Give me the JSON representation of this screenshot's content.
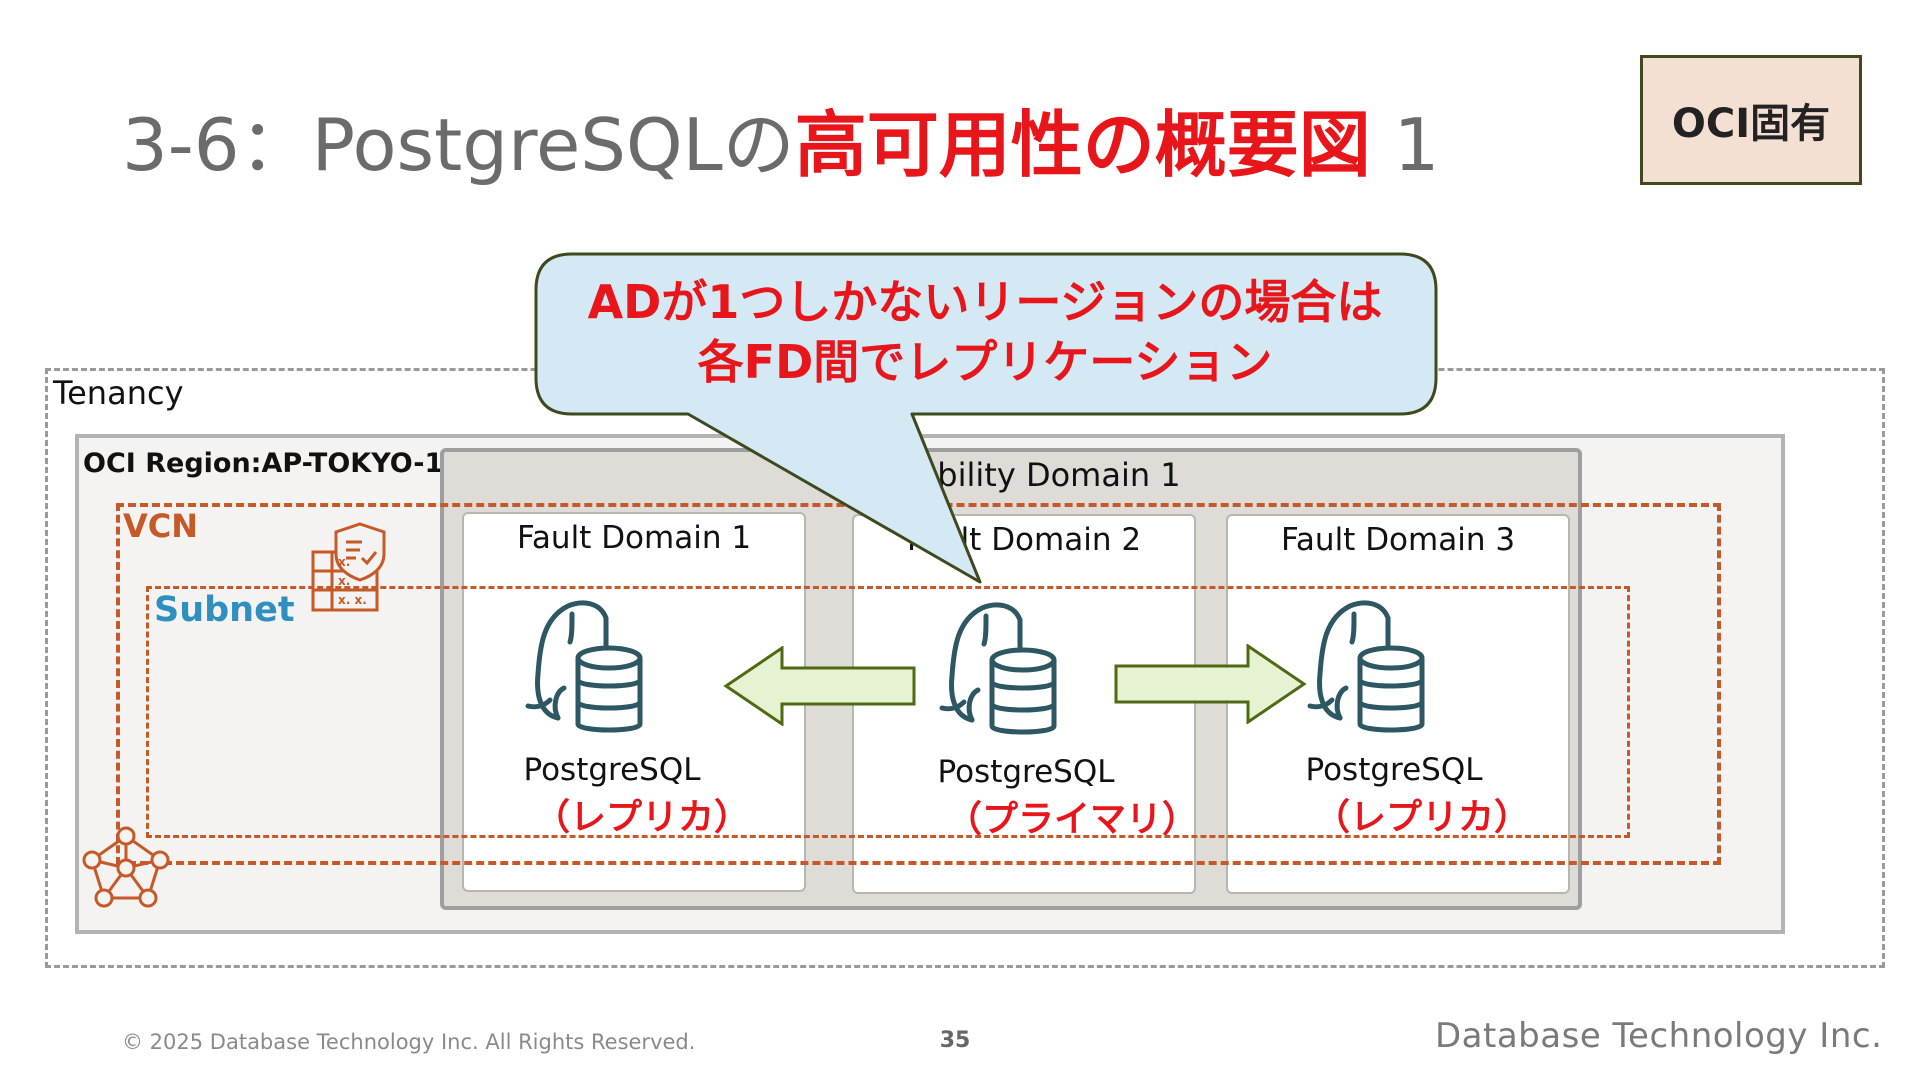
{
  "title": {
    "prefix": "3-6：PostgreSQLの",
    "highlight": "高可用性の概要図",
    "suffix": " 1"
  },
  "badge": "OCI固有",
  "callout": {
    "line1": "ADが1つしかないリージョンの場合は",
    "line2": "各FD間でレプリケーション"
  },
  "tenancy_label": "Tenancy",
  "region_label": "OCI Region:AP-TOKYO-1",
  "ad_label": "Availability Domain 1",
  "vcn_label": "VCN",
  "subnet_label": "Subnet",
  "fault_domains": [
    {
      "label": "Fault Domain 1",
      "db_name": "PostgreSQL",
      "role": "（レプリカ）"
    },
    {
      "label": "Fault Domain 2",
      "db_name": "PostgreSQL",
      "role": "（プライマリ）"
    },
    {
      "label": "Fault Domain 3",
      "db_name": "PostgreSQL",
      "role": "（レプリカ）"
    }
  ],
  "colors": {
    "accent_red": "#e8161b",
    "vcn_orange": "#c55a28",
    "subnet_blue": "#2f8fbf",
    "callout_fill": "#d4e9f4",
    "callout_border": "#3d4a1e",
    "arrow_fill": "#e6f2d2",
    "arrow_border": "#4f6a12",
    "icon_teal": "#2c5763"
  },
  "footer": {
    "copyright": "© 2025 Database Technology Inc. All Rights Reserved.",
    "page": "35",
    "company": "Database Technology Inc."
  }
}
